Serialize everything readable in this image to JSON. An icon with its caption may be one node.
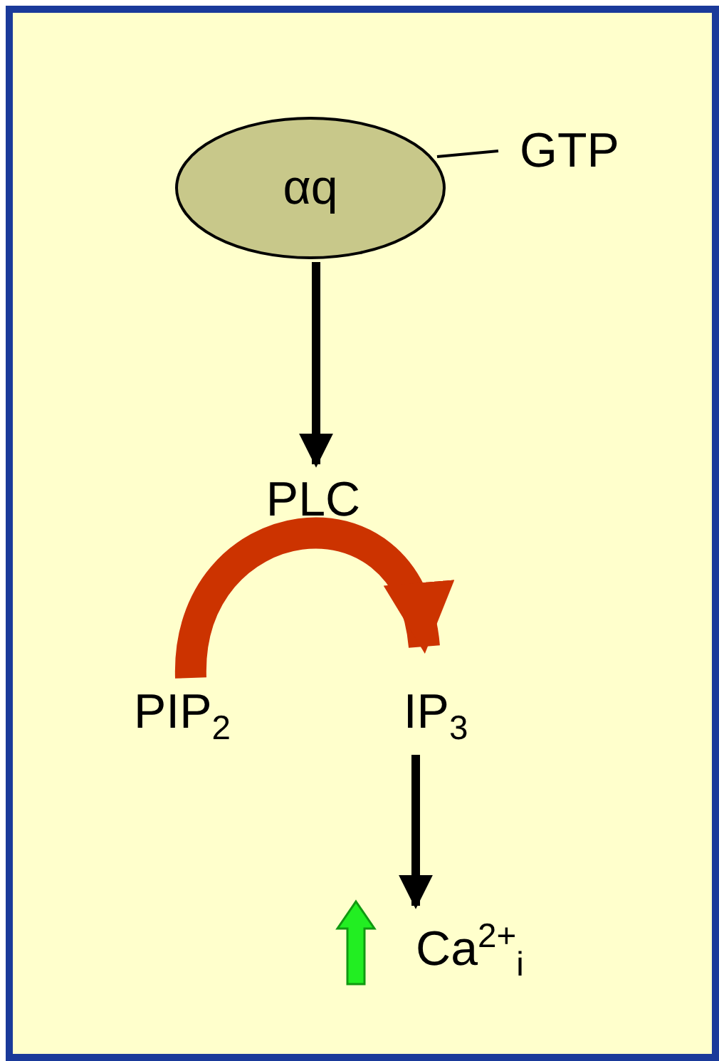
{
  "diagram": {
    "nodes": [
      {
        "text": [
          "αq"
        ]
      },
      {
        "text": [
          "GTP"
        ]
      },
      {
        "text": [
          "PLC"
        ]
      },
      {
        "text": [
          "PIP$_{2}$"
        ]
      },
      {
        "text": [
          "IP$_{3}$"
        ]
      },
      {
        "text": [
          "Ca$^{2+}$$_{i}$"
        ]
      }
    ],
    "edges": [
      {
        "from": 0,
        "to": 1,
        "arrow": "none"
      },
      {
        "from": 0,
        "to": 2,
        "arrow": "to"
      },
      {
        "from": 3,
        "to": 4,
        "arrow": "to",
        "style": "thick",
        "color": "#cc3300"
      },
      {
        "from": 4,
        "to": 5,
        "arrow": "to"
      }
    ]
  }
}
